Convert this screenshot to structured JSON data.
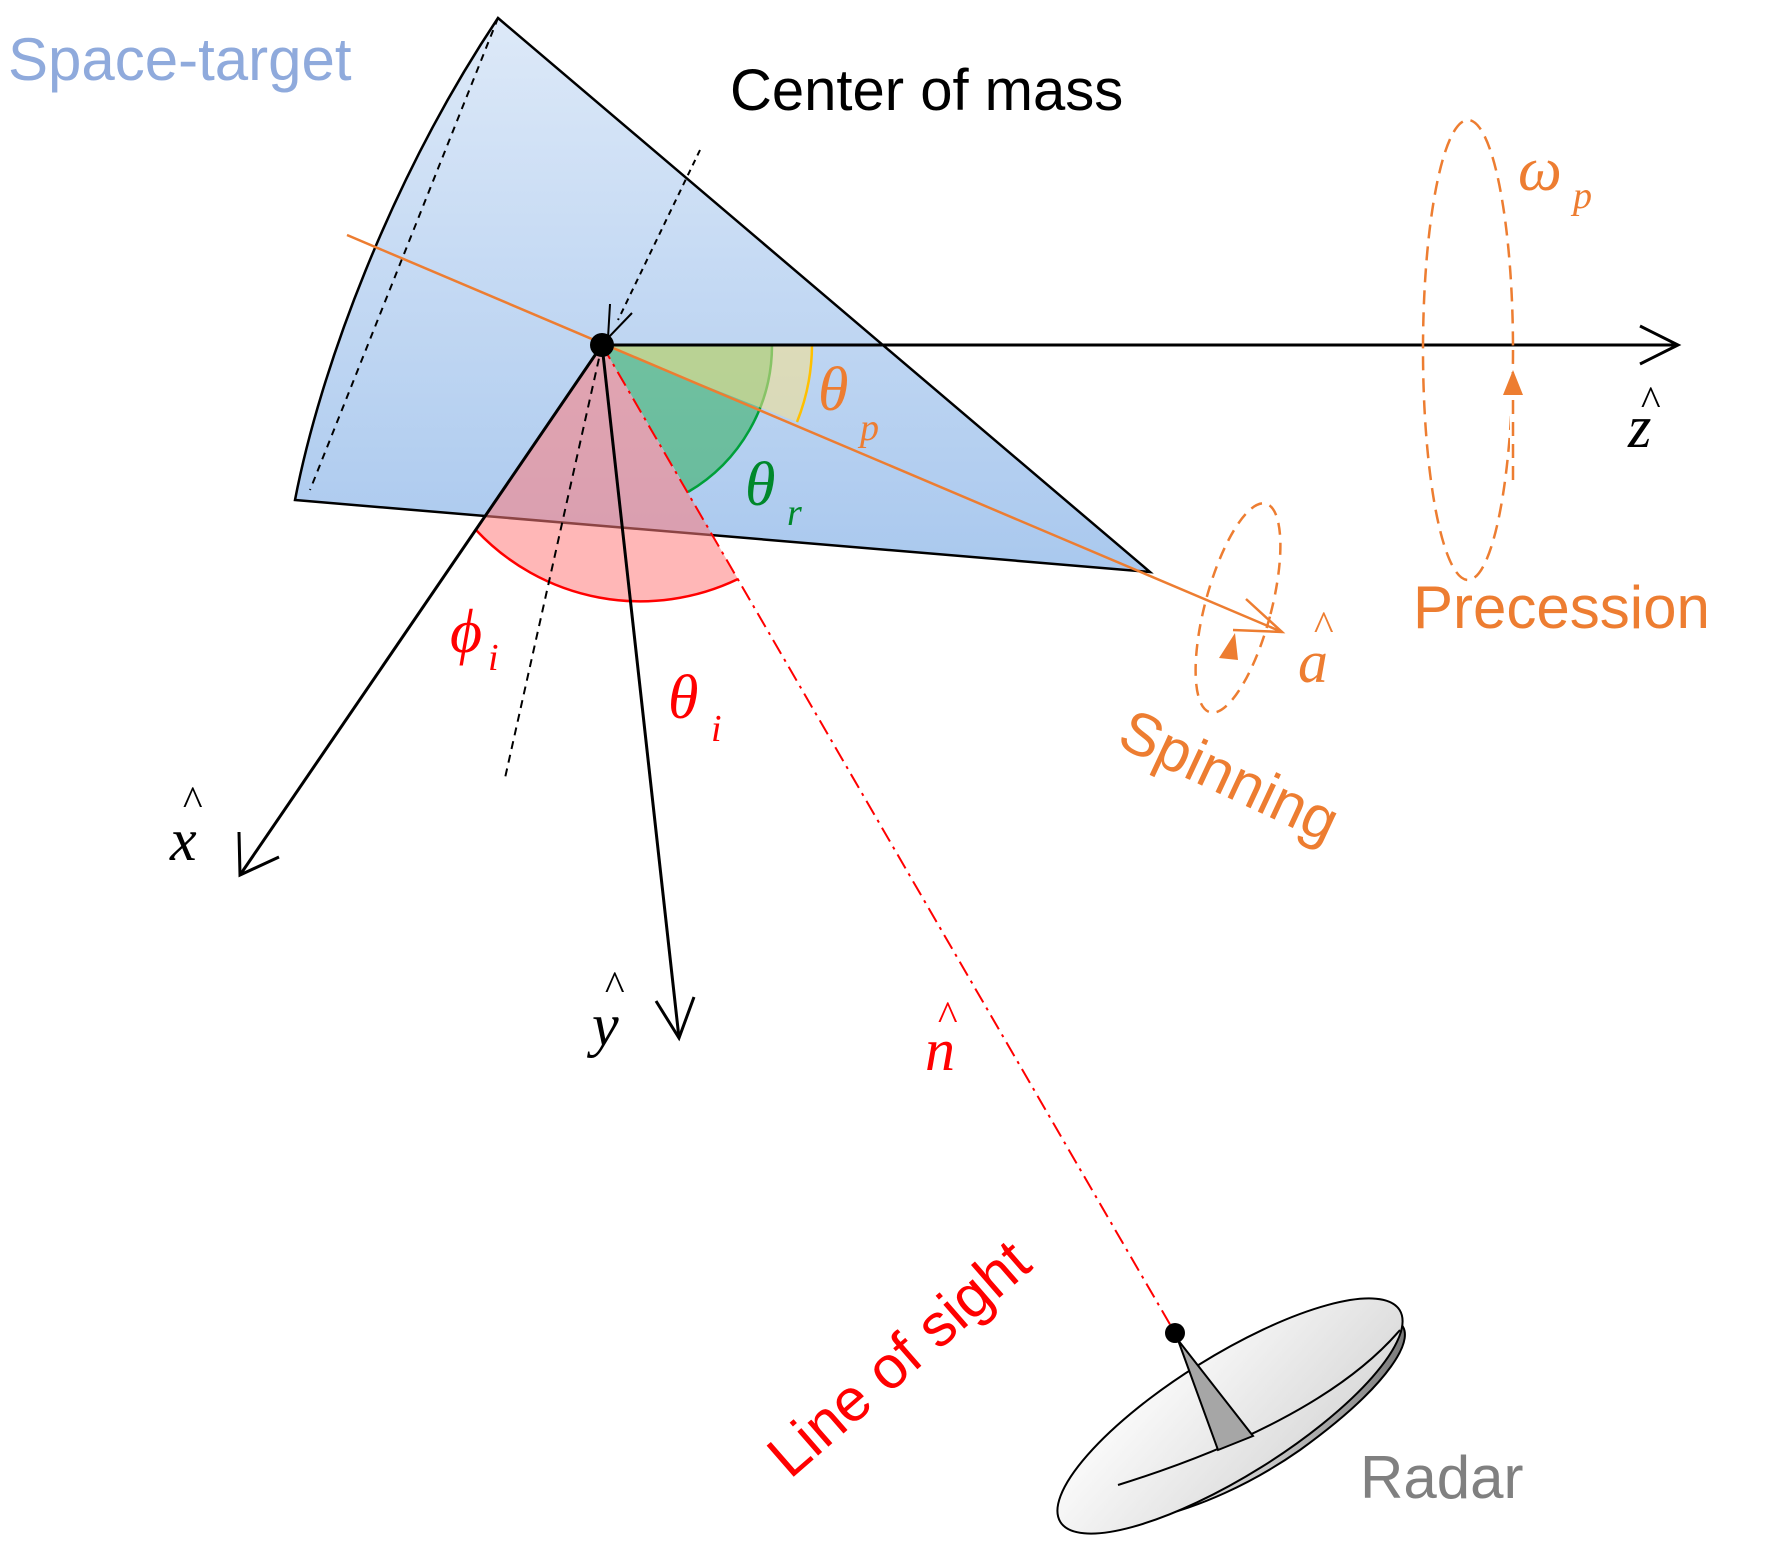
{
  "labels": {
    "space_target": "Space-target",
    "center_of_mass": "Center of mass",
    "precession": "Precession",
    "spinning": "Spinning",
    "line_of_sight": "Line of sight",
    "radar": "Radar"
  },
  "axes": {
    "x": "x",
    "y": "y",
    "z": "z",
    "a": "a",
    "n": "n"
  },
  "angles": {
    "theta": "θ",
    "phi": "ϕ",
    "omega": "ω",
    "theta_p_sub": "p",
    "theta_r_sub": "r",
    "theta_i_sub": "i",
    "phi_i_sub": "i",
    "omega_p_sub": "p"
  },
  "hat": "^",
  "colors": {
    "space_target": "#8faadc",
    "cone_fill": "#bdd7ee",
    "orange": "#ed7d31",
    "red": "#ff0000",
    "green": "#00882b",
    "gray": "#808080",
    "black": "#000000"
  }
}
